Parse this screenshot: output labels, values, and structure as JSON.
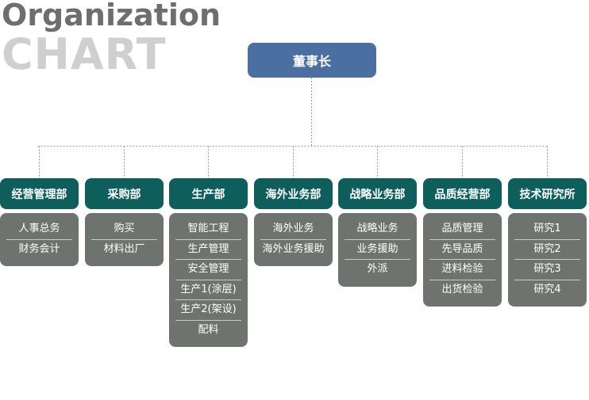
{
  "title": {
    "line1": "Organization",
    "line2": "CHART"
  },
  "root": {
    "label": "董事长"
  },
  "colors": {
    "root_fill": "#4b6fa1",
    "dept_fill": "#0e5e5b",
    "sub_fill": "#6f736f",
    "connector": "#9a9a9a"
  },
  "departments": [
    {
      "label": "经营管理部",
      "items": [
        "人事总务",
        "财务会计"
      ]
    },
    {
      "label": "采购部",
      "items": [
        "购买",
        "材料出厂"
      ]
    },
    {
      "label": "生产部",
      "items": [
        "智能工程",
        "生产管理",
        "安全管理",
        "生产1(涂层)",
        "生产2(架设)",
        "配料"
      ]
    },
    {
      "label": "海外业务部",
      "items": [
        "海外业务",
        "海外业务援助"
      ]
    },
    {
      "label": "战略业务部",
      "items": [
        "战略业务",
        "业务援助",
        "外派"
      ]
    },
    {
      "label": "品质经营部",
      "items": [
        "品质管理",
        "先导品质",
        "进料检验",
        "出货检验"
      ]
    },
    {
      "label": "技术研究所",
      "items": [
        "研究1",
        "研究2",
        "研究3",
        "研究4"
      ]
    }
  ]
}
